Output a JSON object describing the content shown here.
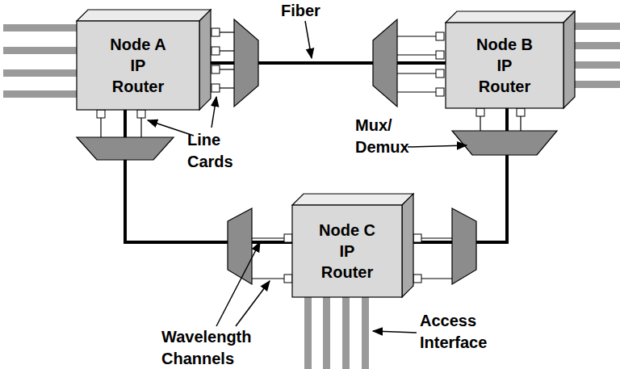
{
  "diagram": {
    "nodes": [
      {
        "text": [
          "Node A IP Router"
        ]
      },
      {
        "text": [
          "Node B IP Router"
        ]
      },
      {
        "text": [
          "Node C IP Router"
        ]
      }
    ],
    "edges": [
      {
        "from": 0,
        "to": 1,
        "arrow": "none"
      },
      {
        "from": 0,
        "to": 2,
        "arrow": "none"
      },
      {
        "from": 1,
        "to": 2,
        "arrow": "none"
      }
    ],
    "labels": [
      "Fiber",
      "Line Cards",
      "Mux/ Demux",
      "Wavelength Channels",
      "Access Interface"
    ]
  }
}
